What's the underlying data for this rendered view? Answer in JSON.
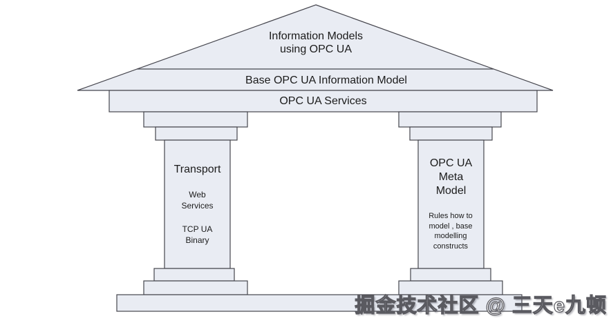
{
  "diagram": {
    "roof": {
      "line1": "Information Models",
      "line2": "using OPC UA"
    },
    "base_model_band": "Base OPC UA Information Model",
    "services_band": "OPC UA Services",
    "pillar_left": {
      "title": "Transport",
      "group1": [
        "Web",
        "Services"
      ],
      "group2": [
        "TCP UA",
        "Binary"
      ]
    },
    "pillar_right": {
      "title_lines": [
        "OPC UA",
        "Meta",
        "Model"
      ],
      "detail_lines": [
        "Rules how to",
        "model , base",
        "modelling",
        "constructs"
      ]
    }
  },
  "watermark": "掘金技术社区 @ 三天e九顿",
  "colors": {
    "shape_fill": "#e9ecf3",
    "shape_stroke": "#45454d",
    "text": "#1b1b1b",
    "watermark_fill": "#fdfdfd",
    "watermark_outline": "#5a5a60"
  }
}
